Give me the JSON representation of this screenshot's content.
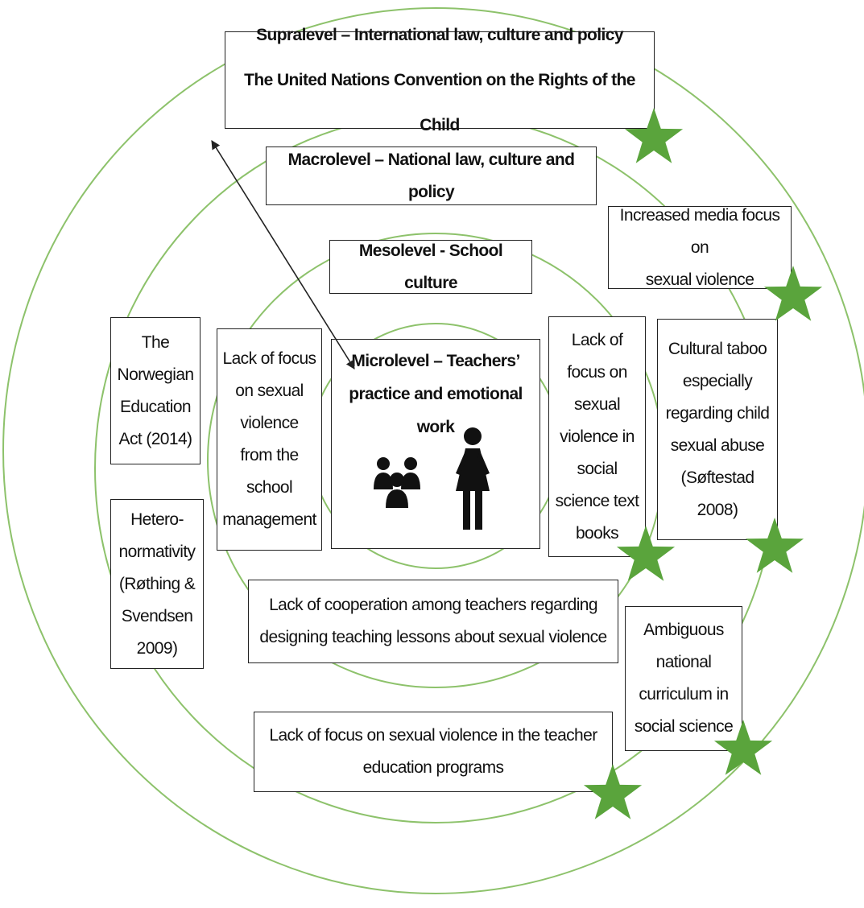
{
  "colors": {
    "ring": "#8DC26B",
    "star": "#5AA43C",
    "box_border": "#222222",
    "text": "#111111",
    "arrow": "#222222",
    "icon": "#111111"
  },
  "levels": {
    "supra": {
      "line1": "Supralevel – International law, culture and policy",
      "line2": "The United Nations Convention on the Rights of the Child"
    },
    "macro": "Macrolevel – National law, culture and policy",
    "meso": "Mesolevel - School culture",
    "micro": "Microlevel – Teachers’\npractice and emotional work"
  },
  "factors": {
    "norwegian_act": "The\nNorwegian\nEducation\nAct (2014)",
    "heteronormativity": "Hetero-\nnormativity\n(Røthing &\nSvendsen\n2009)",
    "school_management": "Lack of focus\non sexual\nviolence\nfrom the\nschool\nmanagement",
    "text_books": "Lack of\nfocus on\nsexual\nviolence in\nsocial\nscience text\nbooks",
    "media_focus": "Increased media focus on\nsexual violence",
    "cultural_taboo": "Cultural taboo\nespecially\nregarding child\nsexual abuse\n(Søftestad\n2008)",
    "teacher_cooperation": "Lack of cooperation among teachers regarding\ndesigning teaching lessons about sexual violence",
    "national_curriculum": "Ambiguous\nnational\ncurriculum in\nsocial science",
    "teacher_education": "Lack of focus on sexual violence in the teacher\neducation programs"
  },
  "icons": [
    "group-of-people-icon",
    "woman-figure-icon",
    "star-icon",
    "double-headed-arrow"
  ]
}
